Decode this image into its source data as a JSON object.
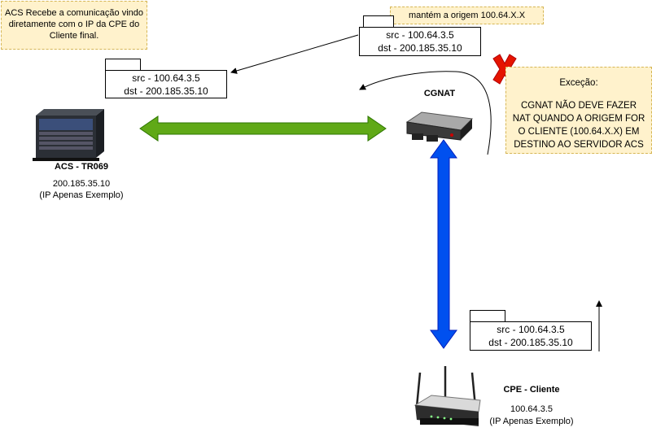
{
  "notes": {
    "acs_receive": "ACS Recebe a comunicação vindo diretamente com o IP da CPE do Cliente final.",
    "keep_origin": "mantém a origem 100.64.X.X",
    "exception_title": "Exceção:",
    "exception_body": "CGNAT NÃO DEVE FAZER NAT QUANDO A ORIGEM FOR O CLIENTE (100.64.X.X) EM DESTINO AO SERVIDOR ACS"
  },
  "packets": {
    "top": {
      "src": "src - 100.64.3.5",
      "dst": "dst - 200.185.35.10"
    },
    "left": {
      "src": "src - 100.64.3.5",
      "dst": "dst - 200.185.35.10"
    },
    "bottom": {
      "src": "src - 100.64.3.5",
      "dst": "dst - 200.185.35.10"
    }
  },
  "nodes": {
    "acs": {
      "name": "ACS - TR069",
      "ip": "200.185.35.10",
      "note": "(IP Apenas Exemplo)"
    },
    "cgnat": {
      "name": "CGNAT"
    },
    "cpe": {
      "name": "CPE - Cliente",
      "ip": "100.64.3.5",
      "note": "(IP Apenas Exemplo)"
    }
  },
  "colors": {
    "green_arrow": "#60a917",
    "blue_arrow": "#0050ef",
    "deny_x": "#e51400",
    "note_fill": "#fff2cc",
    "note_border": "#d6b656"
  },
  "icons": [
    "server-icon",
    "cgnat-router-icon",
    "wifi-router-icon",
    "deny-x-icon"
  ]
}
